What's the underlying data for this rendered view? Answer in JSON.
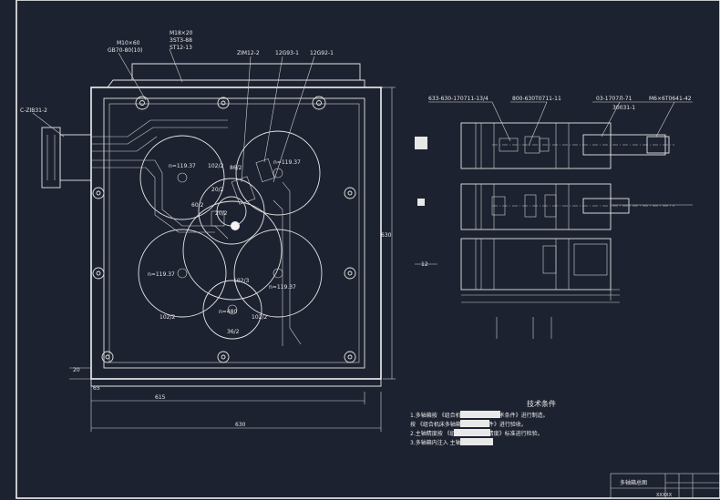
{
  "drawing": {
    "callouts_left": {
      "m10": "M10×60",
      "gb70": "GB70-80(10)",
      "m18": "M18×20",
      "m18b": "3ST3-88",
      "m18c": "ST12-13",
      "zim": "ZIM12-2",
      "part1": "12G93-1",
      "part2": "12G92-1",
      "c71": "C-ZIB31-2"
    },
    "gear_labels": {
      "n1": "n=119.37",
      "n2": "n=119.37",
      "n3": "n=119.37",
      "n4": "n=119.37",
      "n5": "n=480",
      "d1": "102/2",
      "d2": "60/2",
      "d3": "20/2",
      "d4": "86/2",
      "d5": "102/2",
      "d6": "102/2",
      "d7": "36/2",
      "d8": "102/3",
      "d9": "20/2"
    },
    "dims": {
      "w_inner": "615",
      "w_outer": "630",
      "h_outer": "630",
      "d20": "20",
      "d65": "65"
    },
    "callouts_right": {
      "a": "633-630-170711-13/4",
      "b": "800-630Т0711-11",
      "c": "03-1707Л-71",
      "d": "M6×6Т0641-42",
      "e": "30031-1",
      "f": "12"
    },
    "tech": {
      "title": "技术条件",
      "l1": "1.多轴箱按      《组合机床多轴箱制造技术条件》进行制造。",
      "l2": "  按      《组合机床多轴箱验收技术条件》进行验收。",
      "l3": "2.主轴精度按      《组合机床多轴箱精度》标准进行检验。",
      "l4": "3.多轴箱内注入      主轴转系统用油。"
    },
    "title_block": {
      "name": "多轴箱总图",
      "code": "XXXXX"
    }
  }
}
